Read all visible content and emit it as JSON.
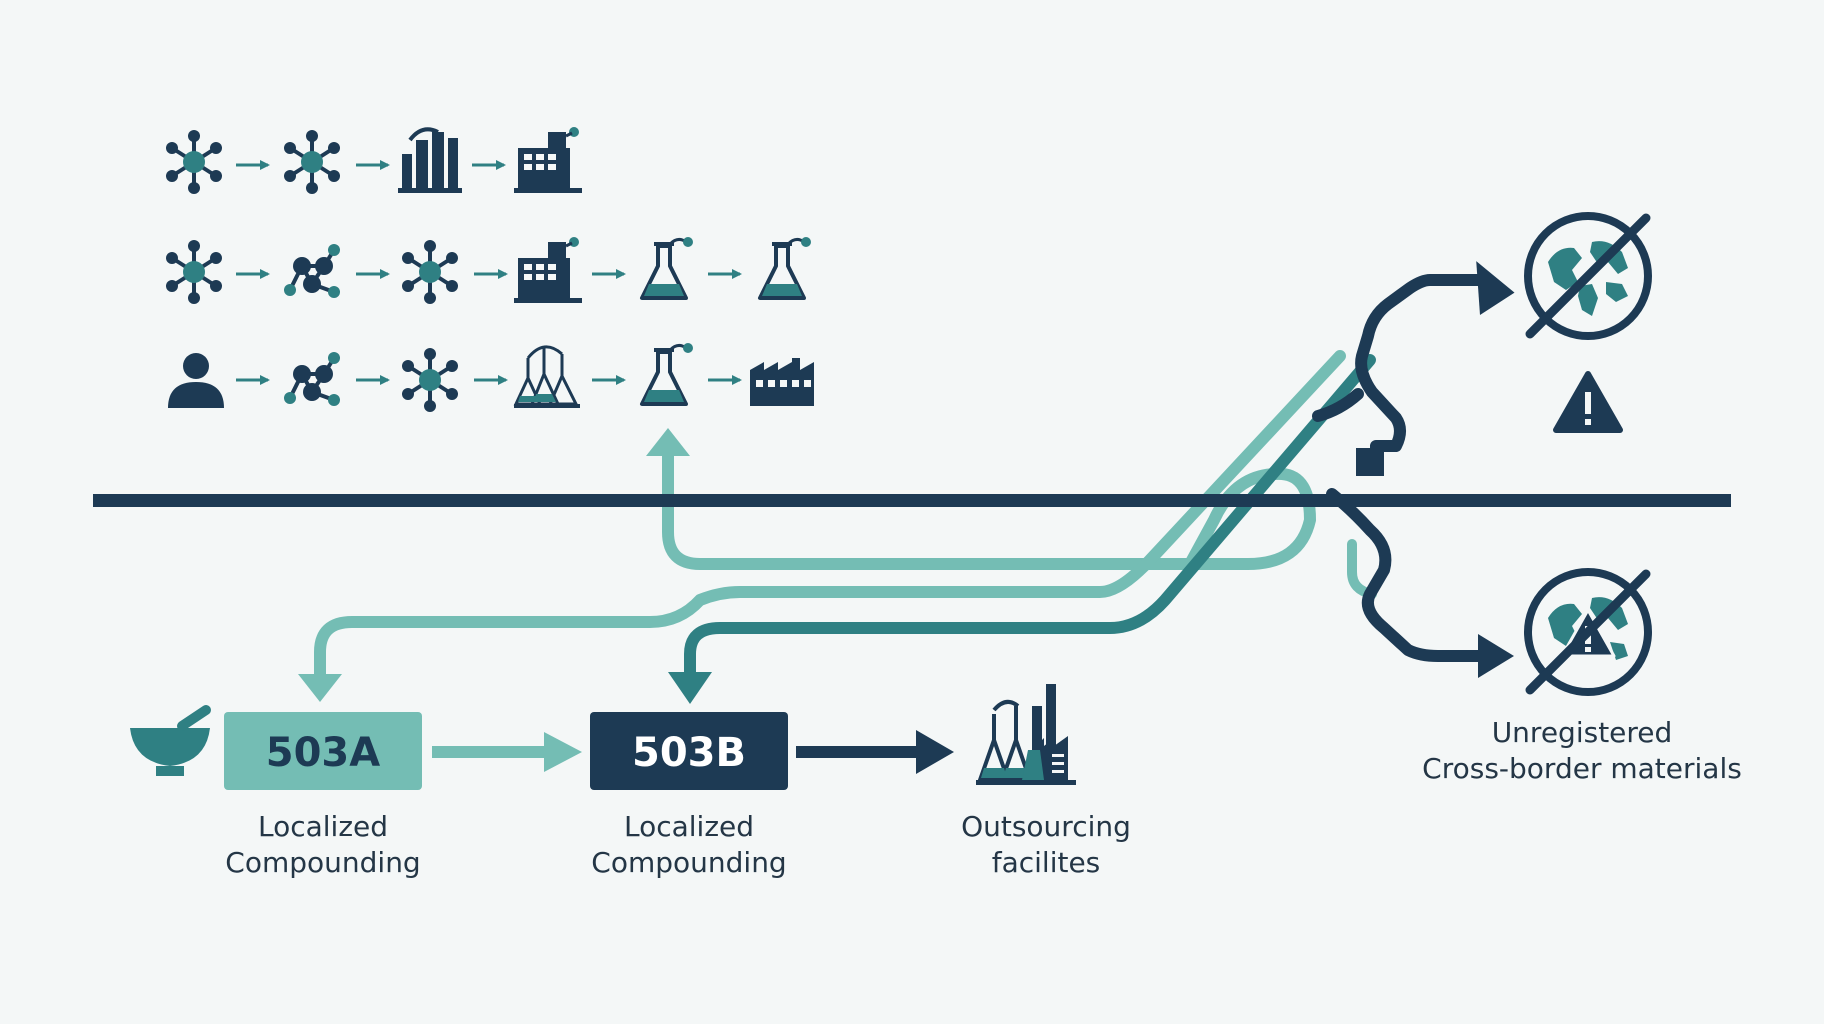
{
  "colors": {
    "navy": "#1d3a54",
    "teal": "#2f8083",
    "mint": "#74bdb4",
    "background": "#f4f7f7"
  },
  "pathways": [
    {
      "steps": [
        "molecule-icon",
        "molecule-icon",
        "refinery-icon",
        "factory-icon"
      ]
    },
    {
      "steps": [
        "molecule-icon",
        "molecule-cluster-icon",
        "molecule-icon",
        "factory-icon",
        "lab-flask-icon",
        "lab-flask-icon"
      ]
    },
    {
      "steps": [
        "person-icon",
        "molecule-cluster-icon",
        "molecule-icon",
        "lab-glassware-icon",
        "lab-flask-icon",
        "factory-icon"
      ]
    }
  ],
  "boxes": {
    "a503": "503A",
    "b503": "503B"
  },
  "captions": {
    "a503": [
      "Localized",
      "Compounding"
    ],
    "b503": [
      "Localized",
      "Compounding"
    ],
    "outsourcing": [
      "Outsourcing",
      "facilites"
    ],
    "unregistered": [
      "Unregistered",
      "Cross-border materials"
    ]
  },
  "icons": {
    "mortar": "mortar-pestle-icon",
    "outsourcing": "outsourcing-facility-icon",
    "globe_top": "globe-prohibited-icon",
    "warning": "warning-icon",
    "globe_bottom": "globe-warning-prohibited-icon"
  }
}
